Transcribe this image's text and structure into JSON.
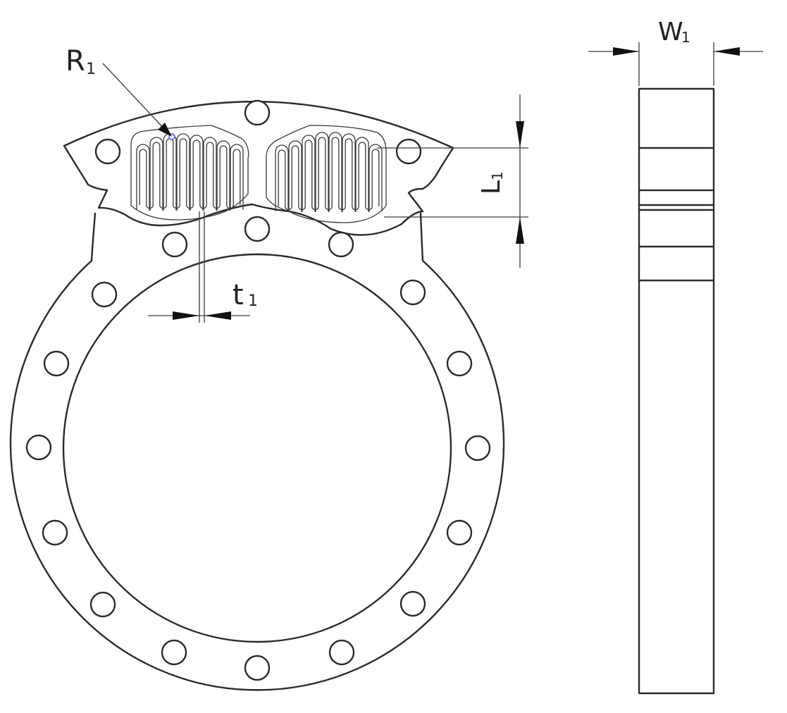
{
  "labels": {
    "r1": "R",
    "r1_sub": "1",
    "t1": "t",
    "t1_sub": "1",
    "l1": "L",
    "l1_sub": "1",
    "w1": "W",
    "w1_sub": "1"
  },
  "colors": {
    "line": "#2b2b2b",
    "background": "#ffffff",
    "highlight": "#7b7bd8"
  }
}
